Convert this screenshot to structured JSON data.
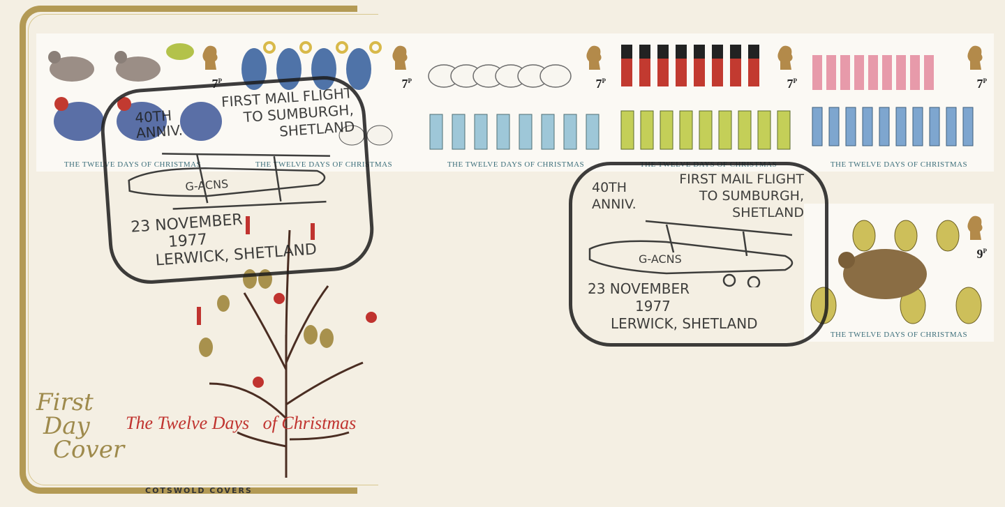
{
  "cover": {
    "fdc_line1": "First",
    "fdc_line2": "Day",
    "fdc_line3": "Cover",
    "theme": "The Twelve Days   of Christmas",
    "publisher": "COTSWOLD COVERS"
  },
  "stamps": [
    {
      "caption": "THE TWELVE DAYS OF CHRISTMAS",
      "value": "7",
      "unit": "P"
    },
    {
      "caption": "THE TWELVE DAYS OF CHRISTMAS",
      "value": "7",
      "unit": "P"
    },
    {
      "caption": "THE TWELVE DAYS OF CHRISTMAS",
      "value": "7",
      "unit": "P"
    },
    {
      "caption": "THE TWELVE DAYS OF CHRISTMAS",
      "value": "7",
      "unit": "P"
    },
    {
      "caption": "THE TWELVE DAYS OF CHRISTMAS",
      "value": "7",
      "unit": "P"
    },
    {
      "caption": "THE TWELVE DAYS OF CHRISTMAS",
      "value": "9",
      "unit": "P"
    }
  ],
  "postmark": {
    "anniv_line1": "40TH",
    "anniv_line2": "ANNIV.",
    "flight_line1": "FIRST MAIL FLIGHT",
    "flight_line2": "TO SUMBURGH,",
    "flight_line3": "SHETLAND",
    "registration": "G-ACNS",
    "date": "23 NOVEMBER",
    "year": "1977",
    "place": "LERWICK, SHETLAND"
  },
  "colors": {
    "gold": "#b39a55",
    "red": "#c0332f",
    "ink": "#1c1c1c",
    "paper": "#f4efe3"
  }
}
